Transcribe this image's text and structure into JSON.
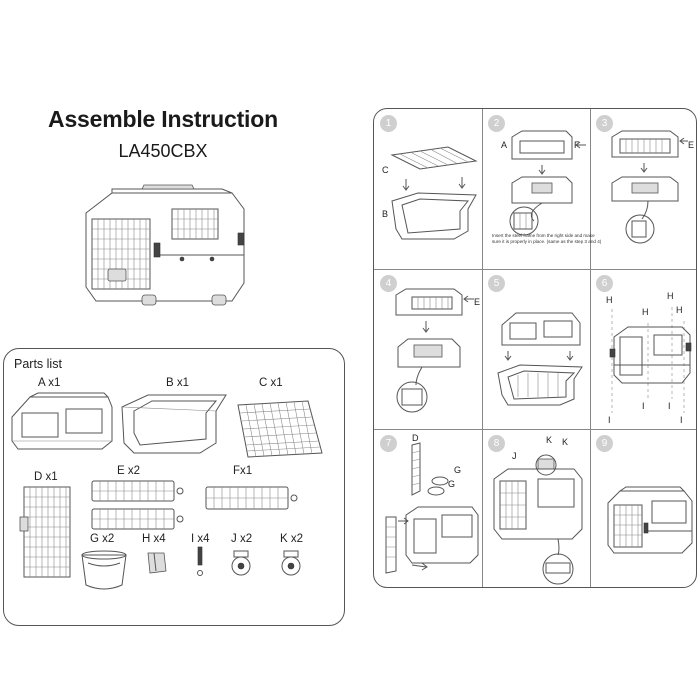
{
  "header": {
    "title": "Assemble Instruction",
    "model": "LA450CBX"
  },
  "parts_list": {
    "title": "Parts list",
    "items": [
      {
        "label": "A x1"
      },
      {
        "label": "B x1"
      },
      {
        "label": "C x1"
      },
      {
        "label": "D x1"
      },
      {
        "label": "E x2"
      },
      {
        "label": "Fx1"
      },
      {
        "label": "G x2"
      },
      {
        "label": "H x4"
      },
      {
        "label": "I x4"
      },
      {
        "label": "J x2"
      },
      {
        "label": "K x2"
      }
    ]
  },
  "steps": [
    {
      "number": "1",
      "labels": [
        "C",
        "B"
      ]
    },
    {
      "number": "2",
      "labels": [
        "A",
        "F"
      ],
      "note": "Insert the steel frame from the right side and make sure it is properly in place. (same as the step 3 and 4)"
    },
    {
      "number": "3",
      "labels": [
        "E"
      ]
    },
    {
      "number": "4",
      "labels": [
        "E"
      ]
    },
    {
      "number": "5",
      "labels": []
    },
    {
      "number": "6",
      "labels": [
        "H",
        "H",
        "H",
        "H",
        "I",
        "I",
        "I",
        "I"
      ]
    },
    {
      "number": "7",
      "labels": [
        "D",
        "G",
        "G"
      ]
    },
    {
      "number": "8",
      "labels": [
        "K",
        "K",
        "J"
      ]
    },
    {
      "number": "9",
      "labels": []
    }
  ]
}
